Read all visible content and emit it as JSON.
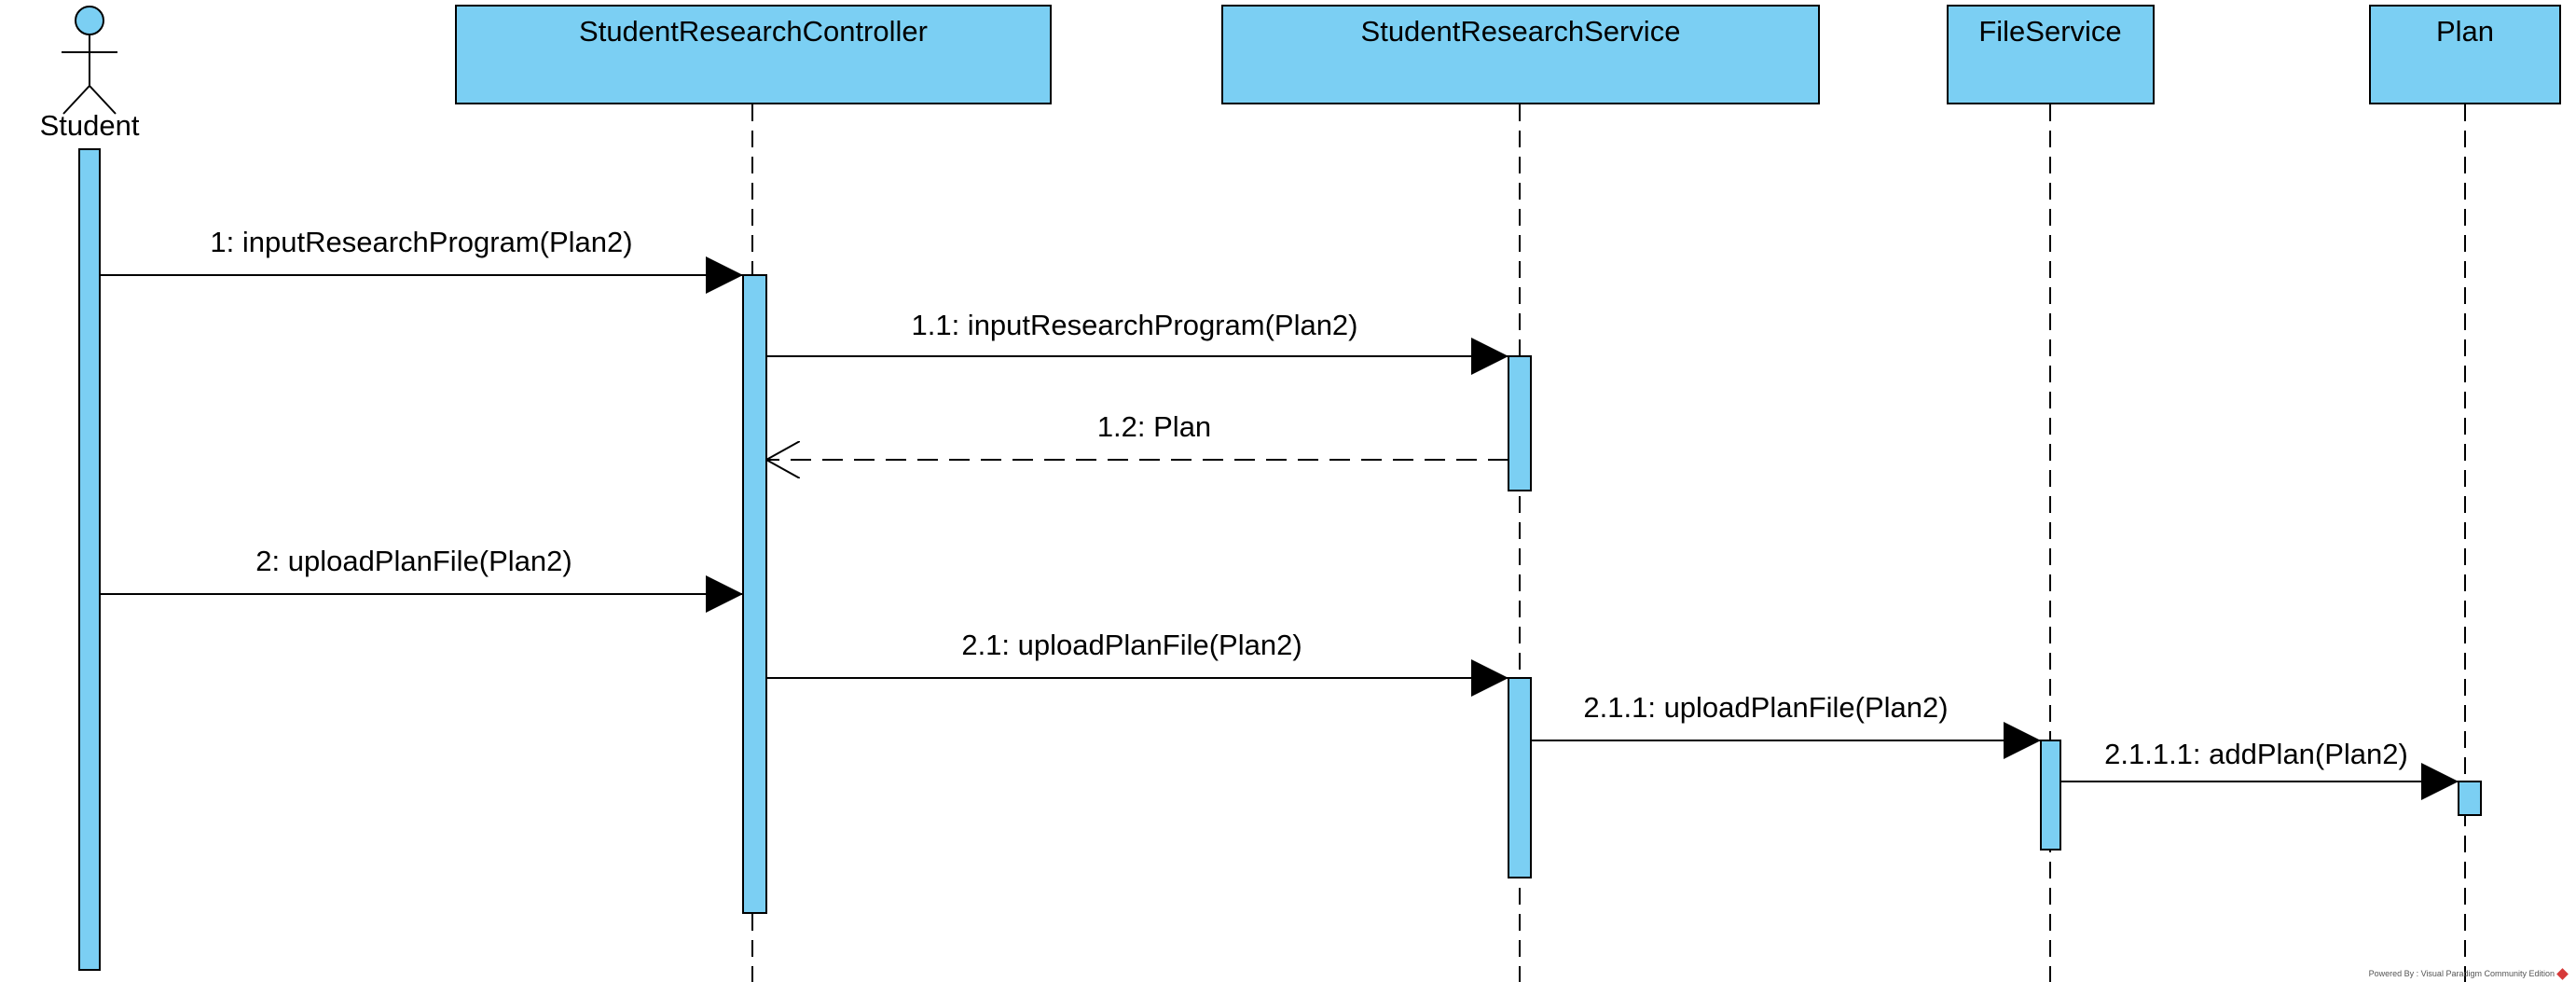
{
  "colors": {
    "fill": "#7bcff3",
    "stroke": "#000000",
    "background": "#ffffff"
  },
  "actor": {
    "name": "Student"
  },
  "lifelines": [
    {
      "id": "controller",
      "name": "StudentResearchController"
    },
    {
      "id": "service",
      "name": "StudentResearchService"
    },
    {
      "id": "file",
      "name": "FileService"
    },
    {
      "id": "plan",
      "name": "Plan"
    }
  ],
  "messages": [
    {
      "id": "m1",
      "label": "1: inputResearchProgram(Plan2)",
      "from": "actor",
      "to": "controller",
      "kind": "sync"
    },
    {
      "id": "m2",
      "label": "1.1: inputResearchProgram(Plan2)",
      "from": "controller",
      "to": "service",
      "kind": "sync"
    },
    {
      "id": "m3",
      "label": "1.2: Plan",
      "from": "service",
      "to": "controller",
      "kind": "return"
    },
    {
      "id": "m4",
      "label": "2: uploadPlanFile(Plan2)",
      "from": "actor",
      "to": "controller",
      "kind": "sync"
    },
    {
      "id": "m5",
      "label": "2.1: uploadPlanFile(Plan2)",
      "from": "controller",
      "to": "service",
      "kind": "sync"
    },
    {
      "id": "m6",
      "label": "2.1.1: uploadPlanFile(Plan2)",
      "from": "service",
      "to": "file",
      "kind": "sync"
    },
    {
      "id": "m7",
      "label": "2.1.1.1: addPlan(Plan2)",
      "from": "file",
      "to": "plan",
      "kind": "sync"
    }
  ],
  "watermark": {
    "text": "Powered By : Visual Paradigm Community Edition"
  }
}
